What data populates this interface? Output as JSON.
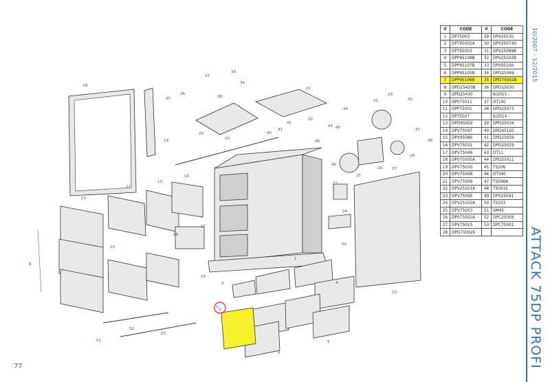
{
  "header": {
    "date_range": "10/2007 - 12/2015",
    "title": "ATTACK 75DP PROFI",
    "page_number": "77"
  },
  "table": {
    "headers": [
      "#",
      "CODE",
      "#",
      "CODE"
    ],
    "highlight_row": 6,
    "rows": [
      [
        "1",
        "DP75003",
        "29",
        "DPV25530"
      ],
      [
        "2",
        "DPT95002A",
        "30",
        "DPV25074D"
      ],
      [
        "3",
        "DPT95003",
        "31",
        "DPV25089B"
      ],
      [
        "4",
        "DPP95108B",
        "32",
        "DPV25102B"
      ],
      [
        "5",
        "DPP95107B",
        "33",
        "DPV95100"
      ],
      [
        "6",
        "DPP95105B",
        "34",
        "DPD25069"
      ],
      [
        "7",
        "DPP95106B",
        "35",
        "DPD75002B"
      ],
      [
        "8",
        "DPD25420B",
        "36",
        "DPD15030"
      ],
      [
        "9",
        "DPD25430",
        "",
        "8/2015 -"
      ],
      [
        "10",
        "DP075011",
        "37",
        "OT19C"
      ],
      [
        "11",
        "DPP75001",
        "38",
        "DPD25073"
      ],
      [
        "12",
        "DP75027",
        "",
        "6/2014 -"
      ],
      [
        "13",
        "DPD95002",
        "39",
        "DPD25034"
      ],
      [
        "14",
        "DPV75047",
        "40",
        "DPD45120"
      ],
      [
        "15",
        "DPV95086",
        "41",
        "DPD25059"
      ],
      [
        "16",
        "DPV75031",
        "42",
        "DPD25029"
      ],
      [
        "17",
        "DPV75046",
        "43",
        "OT11"
      ],
      [
        "18",
        "DP075005A",
        "44",
        "DPD25011"
      ],
      [
        "19",
        "DPV75030",
        "45",
        "TS106"
      ],
      [
        "20",
        "DPV75008",
        "46",
        "OT39C"
      ],
      [
        "21",
        "DPV75009",
        "47",
        "TS096A"
      ],
      [
        "22",
        "DPV25101A",
        "48",
        "TS091E"
      ],
      [
        "23",
        "DPV75006",
        "49",
        "DPV25041"
      ],
      [
        "24",
        "DPV25102A",
        "50",
        "TS103"
      ],
      [
        "25",
        "DPV75003",
        "51",
        "SM45"
      ],
      [
        "26",
        "DP075001A",
        "52",
        "DPC25009"
      ],
      [
        "27",
        "DPV75015",
        "53",
        "DPC75001"
      ],
      [
        "28",
        "DPD75002E",
        "",
        ""
      ]
    ]
  },
  "callouts": [
    "1",
    "2",
    "3",
    "4",
    "5",
    "6",
    "7",
    "8",
    "10",
    "11",
    "12",
    "13",
    "14",
    "15",
    "16",
    "17",
    "18",
    "19",
    "20",
    "21",
    "22",
    "23",
    "24",
    "25",
    "26",
    "27",
    "28",
    "29",
    "30",
    "31",
    "32",
    "33",
    "34",
    "35",
    "36",
    "37",
    "38",
    "39",
    "40",
    "41",
    "42",
    "43",
    "44",
    "45",
    "46",
    "47",
    "48",
    "49",
    "50",
    "51",
    "52",
    "53"
  ],
  "colors": {
    "accent": "#3a6ea5",
    "highlight": "#f7f02c",
    "circle": "#e02020"
  }
}
